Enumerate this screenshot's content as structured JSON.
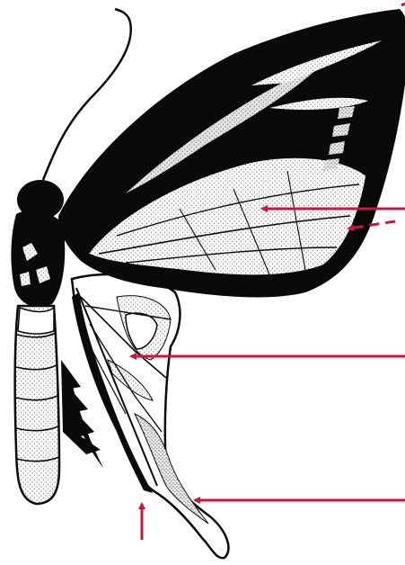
{
  "diagram": {
    "subject": "butterfly-side-view",
    "colors": {
      "ink": "#0a0a0a",
      "paper": "#ffffff",
      "stipple": "#f4f4f4",
      "arrow": "#cc1444"
    },
    "pointers": [
      {
        "id": "forewing-apex",
        "style": "solid"
      },
      {
        "id": "forewing-center",
        "style": "solid"
      },
      {
        "id": "forewing-margin",
        "style": "dashed"
      },
      {
        "id": "hindwing-center",
        "style": "solid"
      },
      {
        "id": "hindwing-tail",
        "style": "solid"
      },
      {
        "id": "hindwing-base",
        "style": "solid"
      }
    ]
  }
}
